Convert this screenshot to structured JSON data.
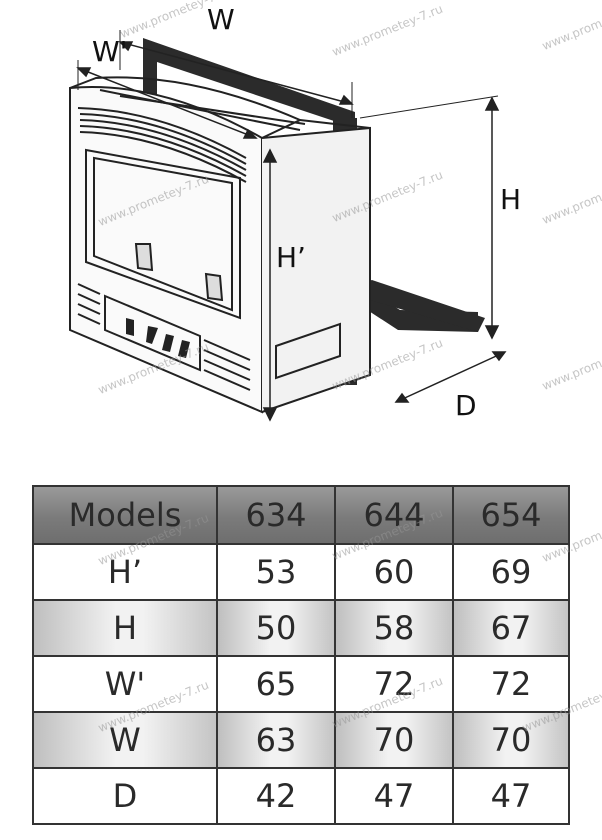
{
  "diagram": {
    "labels": {
      "w": "W",
      "w_prime": "W'",
      "h": "H",
      "h_prime": "H’",
      "d": "D"
    }
  },
  "table": {
    "header": [
      "Models",
      "634",
      "644",
      "654"
    ],
    "rows": [
      {
        "label": "H’",
        "values": [
          "53",
          "60",
          "69"
        ]
      },
      {
        "label": "H",
        "values": [
          "50",
          "58",
          "67"
        ]
      },
      {
        "label": "W'",
        "values": [
          "65",
          "72",
          "72"
        ]
      },
      {
        "label": "W",
        "values": [
          "63",
          "70",
          "70"
        ]
      },
      {
        "label": "D",
        "values": [
          "42",
          "47",
          "47"
        ]
      }
    ]
  },
  "watermark": {
    "text": "www.prometey-7.ru"
  }
}
